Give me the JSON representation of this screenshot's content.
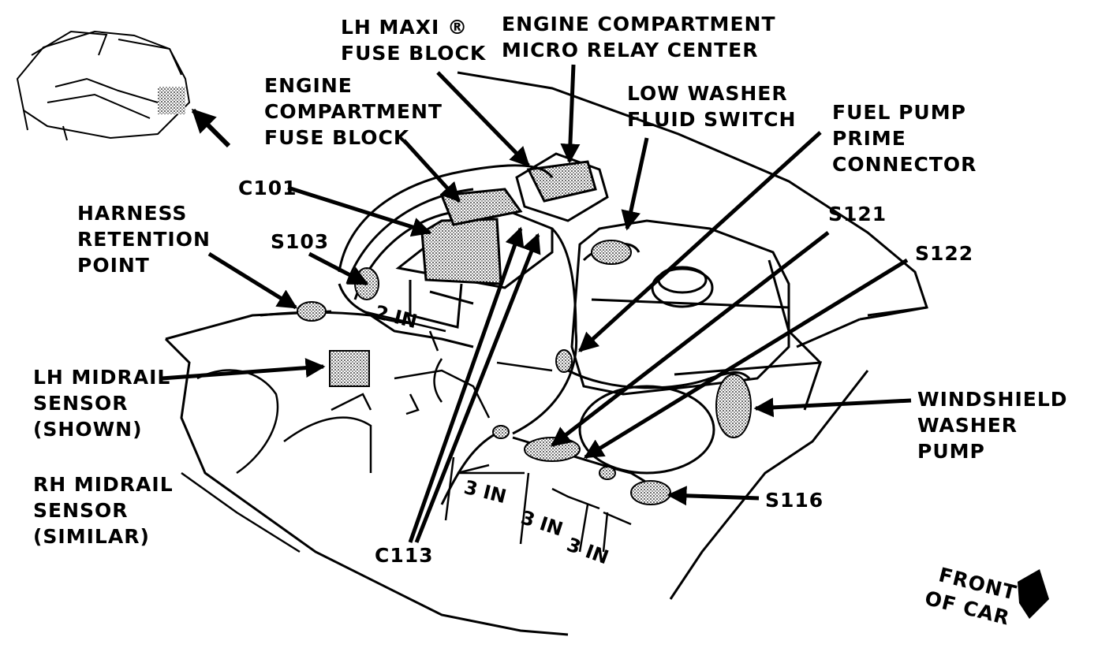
{
  "labels": {
    "lh_maxi": [
      "LH MAXI ®",
      "FUSE BLOCK"
    ],
    "relay_center": [
      "ENGINE COMPARTMENT",
      "MICRO RELAY CENTER"
    ],
    "engine_fuse_block": [
      "ENGINE",
      "COMPARTMENT",
      "FUSE BLOCK"
    ],
    "low_washer": [
      "LOW WASHER",
      "FLUID SWITCH"
    ],
    "fuel_pump": [
      "FUEL PUMP",
      "PRIME",
      "CONNECTOR"
    ],
    "c101": "C101",
    "harness": [
      "HARNESS",
      "RETENTION",
      "POINT"
    ],
    "s103": "S103",
    "s121": "S121",
    "s122": "S122",
    "lh_midrail": [
      "LH MIDRAIL",
      "SENSOR",
      "(SHOWN)"
    ],
    "rh_midrail": [
      "RH MIDRAIL",
      "SENSOR",
      "(SIMILAR)"
    ],
    "windshield_pump": [
      "WINDSHIELD",
      "WASHER",
      "PUMP"
    ],
    "s116": "S116",
    "c113": "C113",
    "front_of_car": [
      "FRONT",
      "OF CAR"
    ]
  },
  "dimensions": {
    "d_2in": "2 IN",
    "d_3in_a": "3 IN",
    "d_3in_b": "3 IN",
    "d_3in_c": "3 IN"
  }
}
